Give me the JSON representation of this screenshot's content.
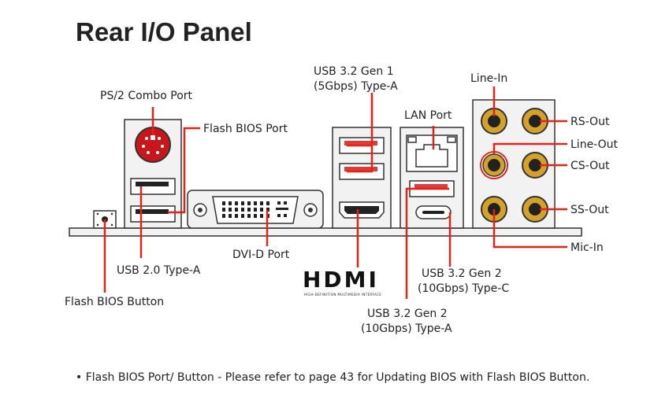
{
  "title": "Rear I/O Panel",
  "labels": {
    "ps2": "PS/2 Combo Port",
    "flash_port": "Flash BIOS Port",
    "usb32g1_line1": "USB 3.2 Gen 1",
    "usb32g1_line2": "(5Gbps) Type-A",
    "lan": "LAN Port",
    "line_in": "Line-In",
    "rs_out": "RS-Out",
    "line_out": "Line-Out",
    "cs_out": "CS-Out",
    "ss_out": "SS-Out",
    "mic_in": "Mic-In",
    "dvi": "DVI-D Port",
    "usb20": "USB 2.0 Type-A",
    "flash_button": "Flash BIOS Button",
    "usbc_line1": "USB 3.2 Gen 2",
    "usbc_line2": "(10Gbps) Type-C",
    "usb32g2a_line1": "USB 3.2 Gen 2",
    "usb32g2a_line2": "(10Gbps) Type-A"
  },
  "hdmi_logo": {
    "word": "HDMI",
    "tagline": "HIGH-DEFINITION MULTIMEDIA INTERFACE"
  },
  "note": "• Flash BIOS Port/ Button - Please refer to page 43 for Updating BIOS with Flash BIOS Button.",
  "colors": {
    "callout": "#e2231a",
    "audio_gold": "#d4a12a",
    "ps2_red": "#c8161d",
    "usb_red": "#e03a3a",
    "outline": "#333333",
    "panel_fill": "#f2f2f2"
  }
}
